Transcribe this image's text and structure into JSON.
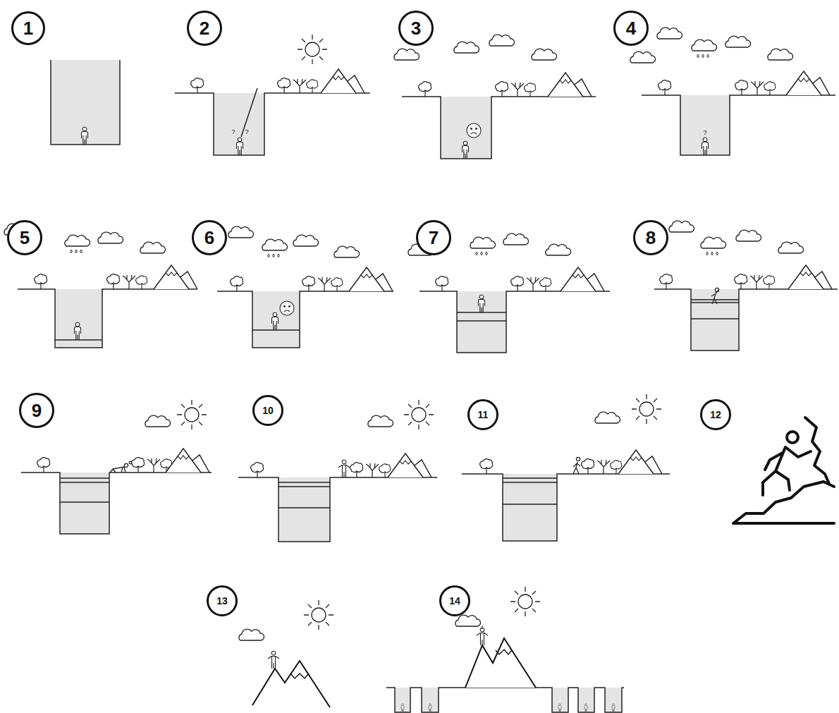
{
  "diagram": {
    "nodes": [
      {
        "text": [
          "1"
        ]
      },
      {
        "text": [
          "2"
        ]
      },
      {
        "text": [
          "3"
        ]
      },
      {
        "text": [
          "4"
        ]
      },
      {
        "text": [
          "5"
        ]
      },
      {
        "text": [
          "6"
        ]
      },
      {
        "text": [
          "7"
        ]
      },
      {
        "text": [
          "8"
        ]
      },
      {
        "text": [
          "9"
        ]
      },
      {
        "text": [
          "10"
        ]
      },
      {
        "text": [
          "11"
        ]
      },
      {
        "text": [
          "12"
        ]
      },
      {
        "text": [
          "13"
        ]
      },
      {
        "text": [
          "14"
        ]
      }
    ],
    "labels": [
      "?",
      "?",
      "?"
    ]
  }
}
